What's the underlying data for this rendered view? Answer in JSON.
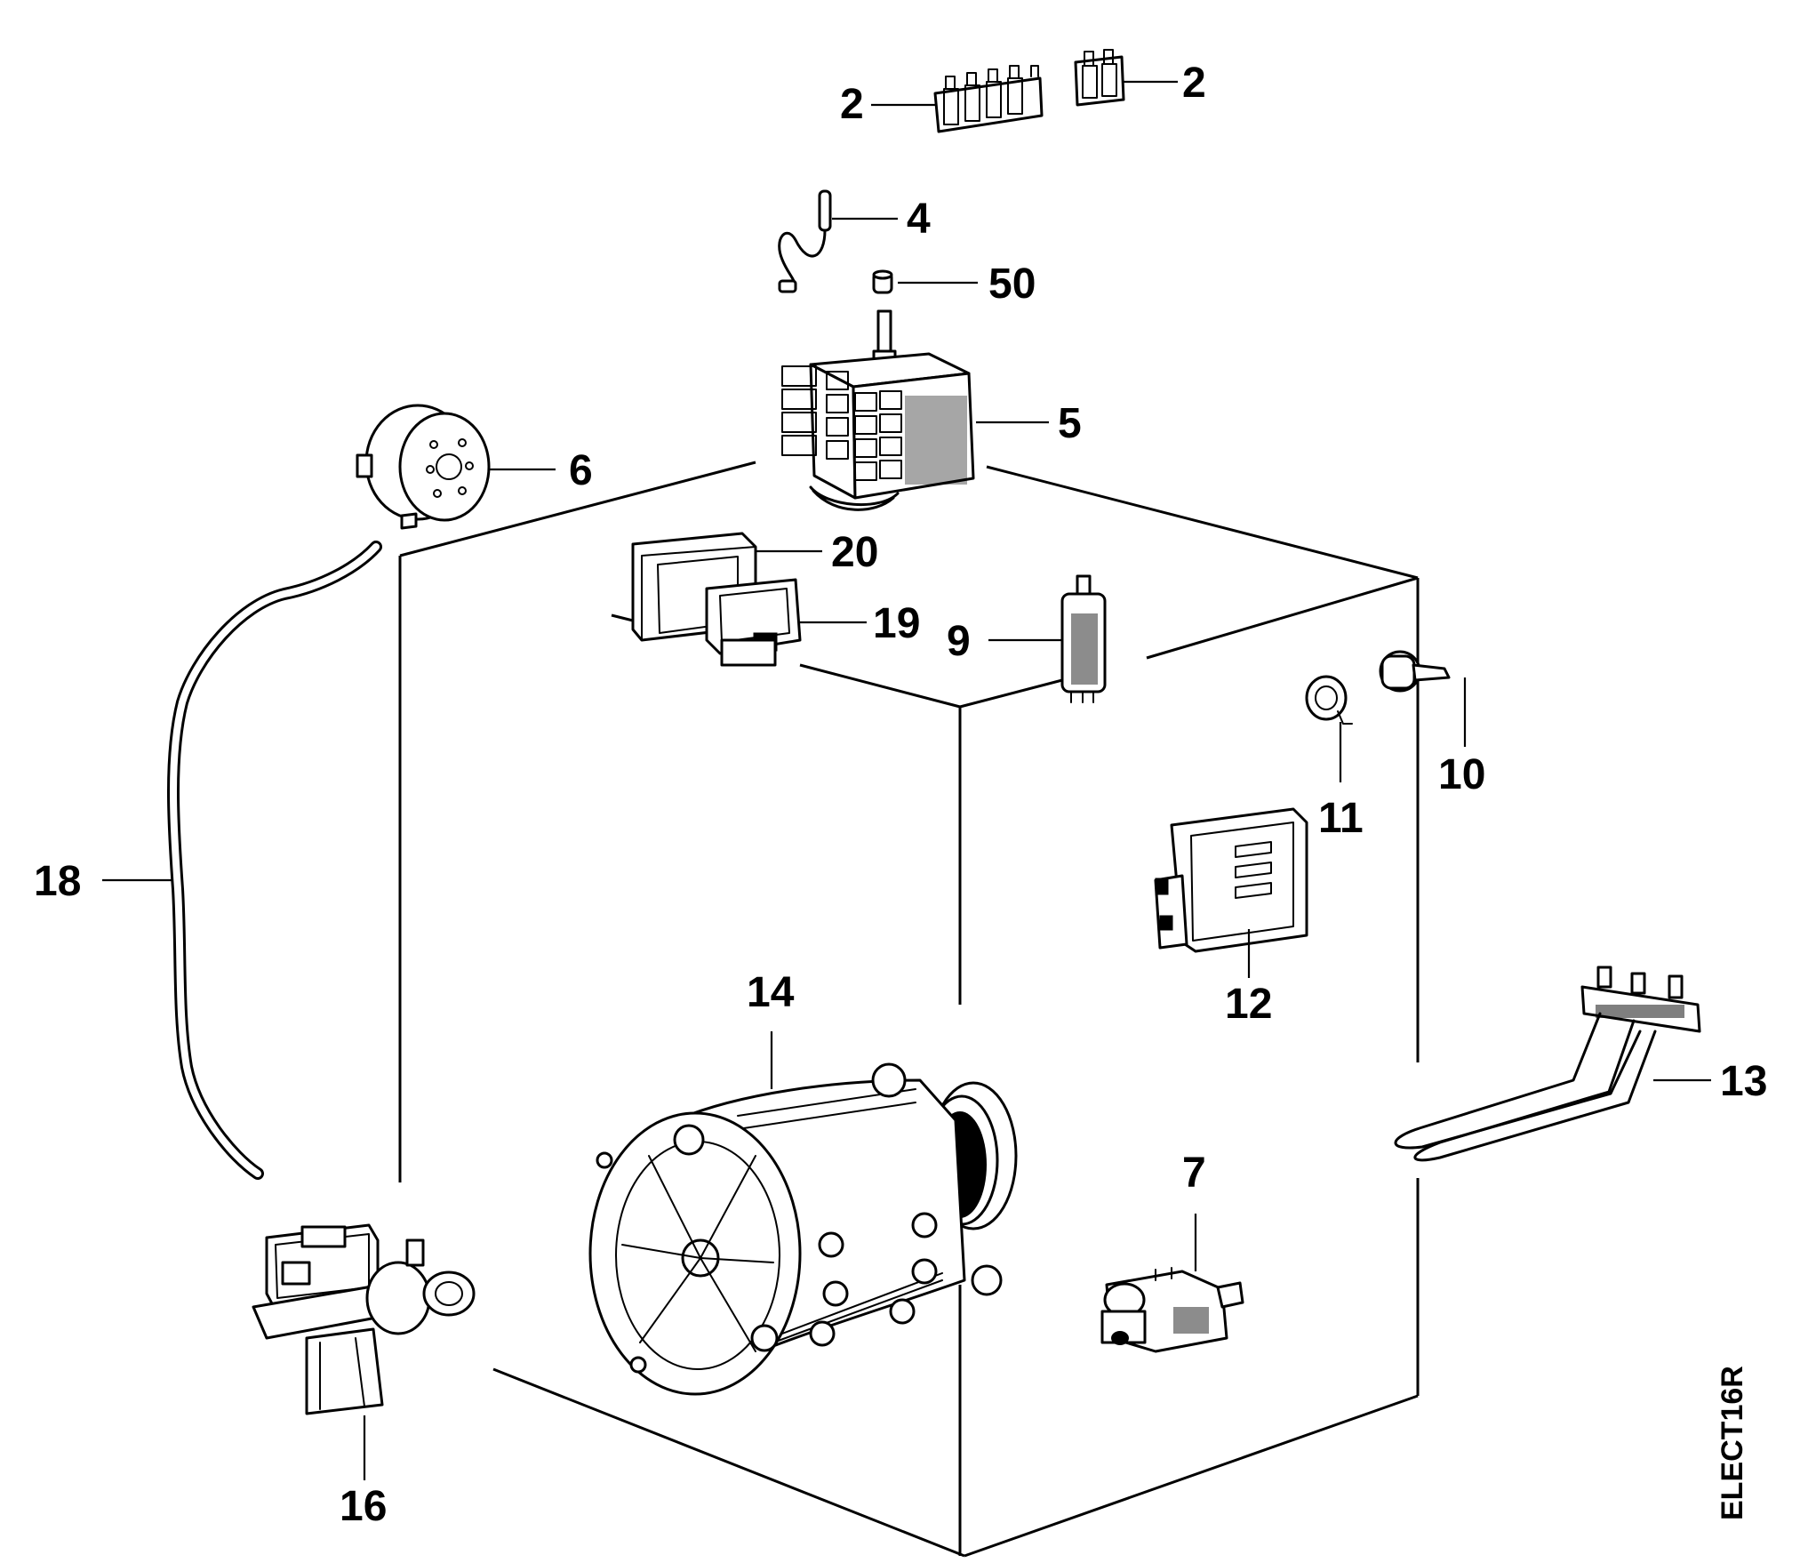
{
  "drawing_code": "ELECT16R",
  "callouts": {
    "c2a": "2",
    "c2b": "2",
    "c4": "4",
    "c50": "50",
    "c5": "5",
    "c6": "6",
    "c20": "20",
    "c19": "19",
    "c9": "9",
    "c10": "10",
    "c11": "11",
    "c12": "12",
    "c18": "18",
    "c14": "14",
    "c13": "13",
    "c7": "7",
    "c16": "16"
  }
}
